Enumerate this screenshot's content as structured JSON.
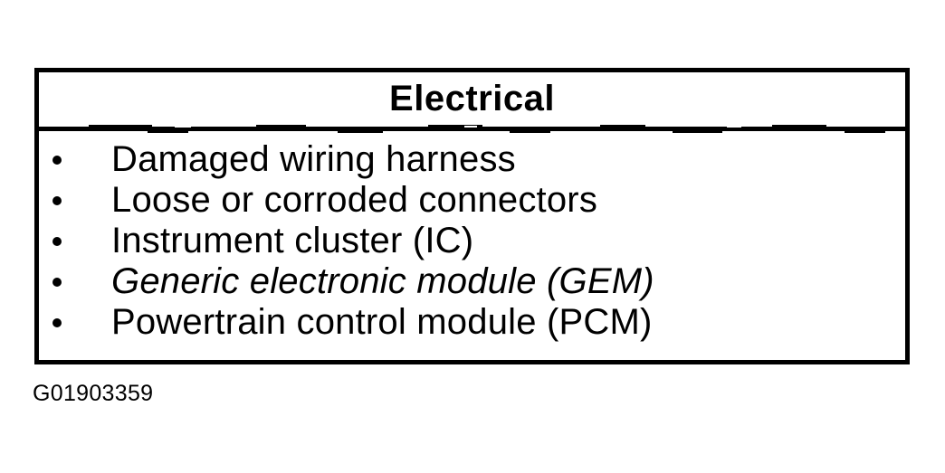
{
  "table": {
    "title": "Electrical",
    "items": [
      {
        "text": "Damaged wiring harness",
        "italic": false
      },
      {
        "text": "Loose or corroded connectors",
        "italic": false
      },
      {
        "text": "Instrument cluster (IC)",
        "italic": false
      },
      {
        "text": "Generic electronic module (GEM)",
        "italic": true
      },
      {
        "text": "Powertrain control module (PCM)",
        "italic": false
      }
    ]
  },
  "figure_id": "G01903359",
  "colors": {
    "ink": "#000000",
    "paper": "#ffffff"
  }
}
